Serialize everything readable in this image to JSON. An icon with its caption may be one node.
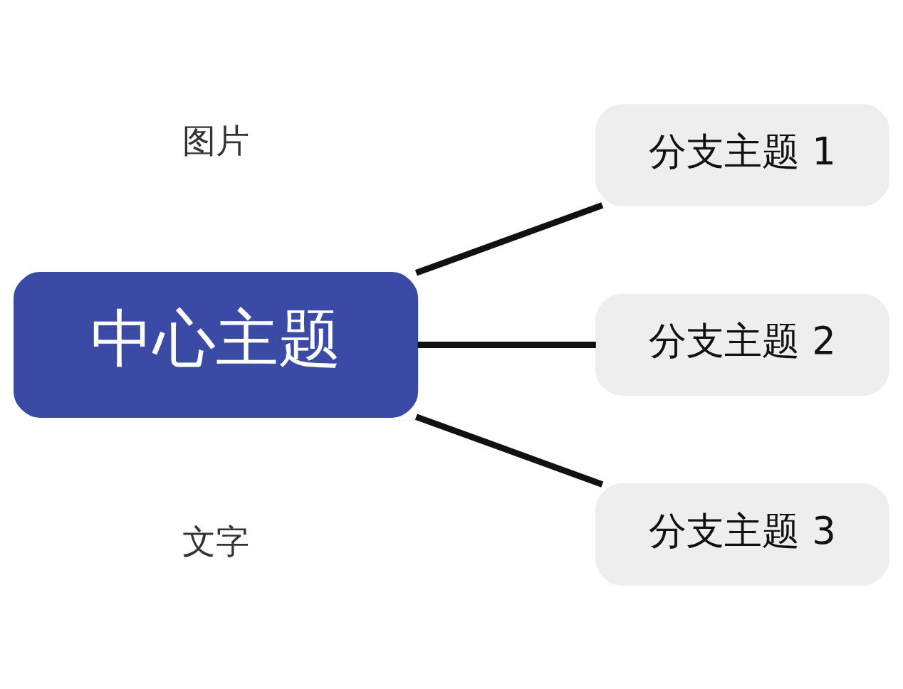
{
  "diagram": {
    "nodes": [
      {
        "text": [
          "中心主题"
        ]
      },
      {
        "text": [
          "分支主题 1"
        ]
      },
      {
        "text": [
          "分支主题 2"
        ]
      },
      {
        "text": [
          "分支主题 3"
        ]
      }
    ],
    "edges": [
      {
        "from": 0,
        "to": 1,
        "arrow": "none"
      },
      {
        "from": 0,
        "to": 2,
        "arrow": "none"
      },
      {
        "from": 0,
        "to": 3,
        "arrow": "none"
      }
    ],
    "labels": [
      "图片",
      "文字"
    ]
  }
}
